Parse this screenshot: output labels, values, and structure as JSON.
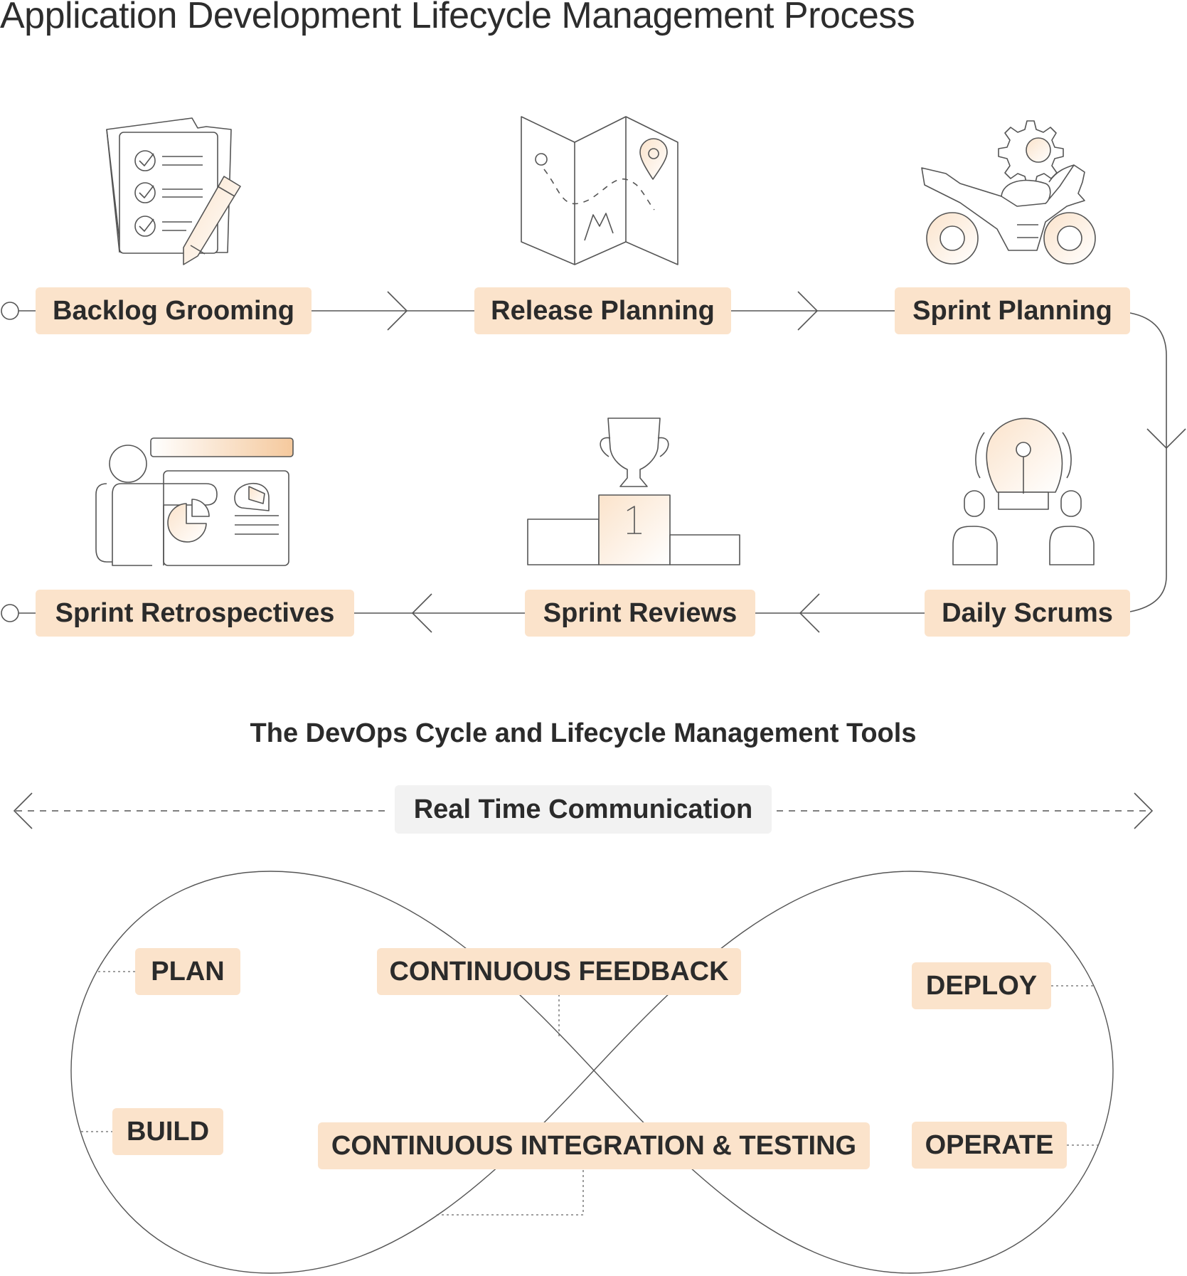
{
  "title": "Application Development Lifecycle Management Process",
  "steps": [
    {
      "label": "Backlog Grooming",
      "icon": "checklist-pencil-icon"
    },
    {
      "label": "Release Planning",
      "icon": "map-route-icon"
    },
    {
      "label": "Sprint Planning",
      "icon": "motorcycle-gear-icon"
    },
    {
      "label": "Daily Scrums",
      "icon": "team-idea-bulb-icon"
    },
    {
      "label": "Sprint Reviews",
      "icon": "trophy-podium-icon"
    },
    {
      "label": "Sprint Retrospectives",
      "icon": "presentation-icon"
    }
  ],
  "devops": {
    "title": "The DevOps Cycle and Lifecycle Management Tools",
    "communication": "Real Time Communication",
    "stages": {
      "plan": "PLAN",
      "build": "BUILD",
      "feedback": "CONTINUOUS FEEDBACK",
      "integration": "CONTINUOUS INTEGRATION & TESTING",
      "deploy": "DEPLOY",
      "operate": "OPERATE"
    }
  },
  "colors": {
    "label_fill": "#fbe3cb",
    "accent": "#f5c99d",
    "line": "#555555",
    "comm_fill": "#f2f2f2"
  }
}
